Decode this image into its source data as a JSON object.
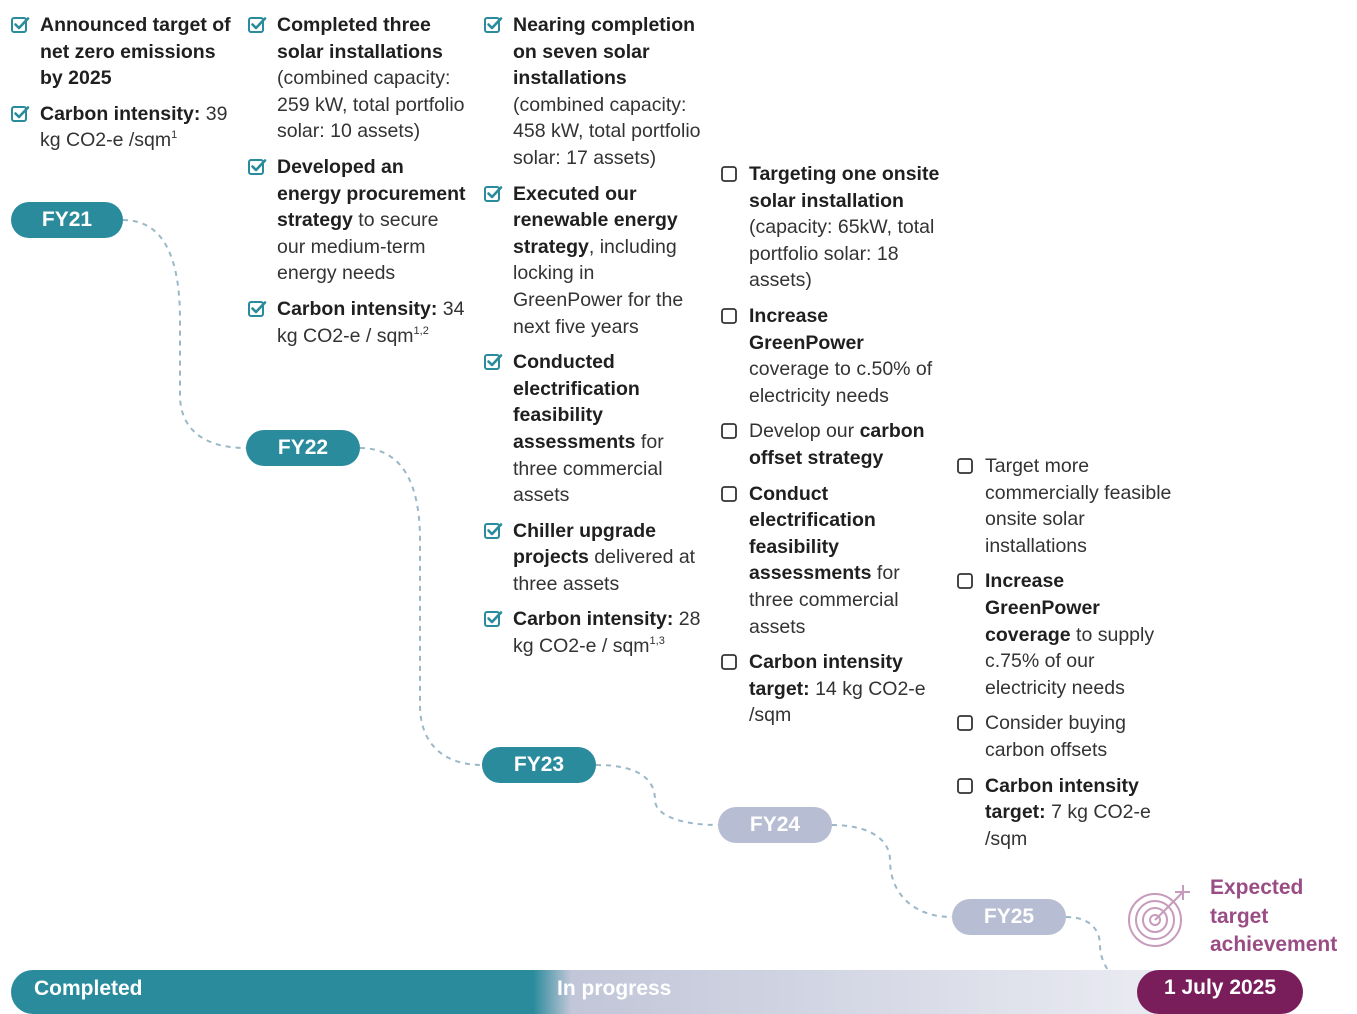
{
  "fy21": {
    "label": "FY21",
    "items": [
      {
        "done": true,
        "html": "<b>Announced target of net zero emissions by 2025</b>"
      },
      {
        "done": true,
        "html": "<b>Carbon intensity:</b> 39 kg CO2-e /sqm<sup>1</sup>"
      }
    ]
  },
  "fy22": {
    "label": "FY22",
    "items": [
      {
        "done": true,
        "html": "<b>Completed three solar installations</b> (combined capacity: 259 kW, total portfolio solar: 10 assets)"
      },
      {
        "done": true,
        "html": "<b>Developed an energy procurement strategy</b> to secure our medium-term energy needs"
      },
      {
        "done": true,
        "html": "<b>Carbon intensity:</b> 34 kg CO2-e / sqm<sup>1,2</sup>"
      }
    ]
  },
  "fy23": {
    "label": "FY23",
    "items": [
      {
        "done": true,
        "html": "<b>Nearing completion on seven solar installations</b> (combined capacity: 458 kW, total portfolio solar: 17 assets)"
      },
      {
        "done": true,
        "html": "<b>Executed our renewable energy strategy</b>, including locking in GreenPower for the next five years"
      },
      {
        "done": true,
        "html": "<b>Conducted electrification feasibility assessments</b> for three commercial assets"
      },
      {
        "done": true,
        "html": "<b>Chiller upgrade projects</b> delivered at three assets"
      },
      {
        "done": true,
        "html": "<b>Carbon intensity:</b> 28 kg CO2-e / sqm<sup>1,3</sup>"
      }
    ]
  },
  "fy24": {
    "label": "FY24",
    "items": [
      {
        "done": false,
        "html": "<b>Targeting one onsite solar installation</b> (capacity: 65kW, total portfolio solar: 18 assets)"
      },
      {
        "done": false,
        "html": "<b>Increase GreenPower</b> coverage to c.50% of electricity needs"
      },
      {
        "done": false,
        "html": "Develop our <b>carbon offset strategy</b>"
      },
      {
        "done": false,
        "html": "<b>Conduct electrification feasibility assessments</b> for three commercial assets"
      },
      {
        "done": false,
        "html": "<b>Carbon intensity target:</b> 14 kg CO2-e /sqm"
      }
    ]
  },
  "fy25": {
    "label": "FY25",
    "items": [
      {
        "done": false,
        "html": "Target more commercially feasible onsite solar installations"
      },
      {
        "done": false,
        "html": "<b>Increase GreenPower coverage</b> to supply c.75% of our electricity needs"
      },
      {
        "done": false,
        "html": "Consider buying carbon offsets"
      },
      {
        "done": false,
        "html": "<b>Carbon intensity target:</b> 7 kg CO2-e /sqm"
      }
    ]
  },
  "target": {
    "expected_label": "Expected target achievement",
    "date": "1 July 2025"
  },
  "progress_bar": {
    "completed_label": "Completed",
    "in_progress_label": "In progress"
  },
  "colors": {
    "teal": "#2a8b9c",
    "lavender": "#b7bdd2",
    "plum": "#7a1e5b",
    "mauve": "#9a4d85",
    "path": "#9bb8c8"
  },
  "icons": {
    "done": "checked-box-icon",
    "todo": "empty-checkbox-icon",
    "target": "target-arrow-icon"
  }
}
